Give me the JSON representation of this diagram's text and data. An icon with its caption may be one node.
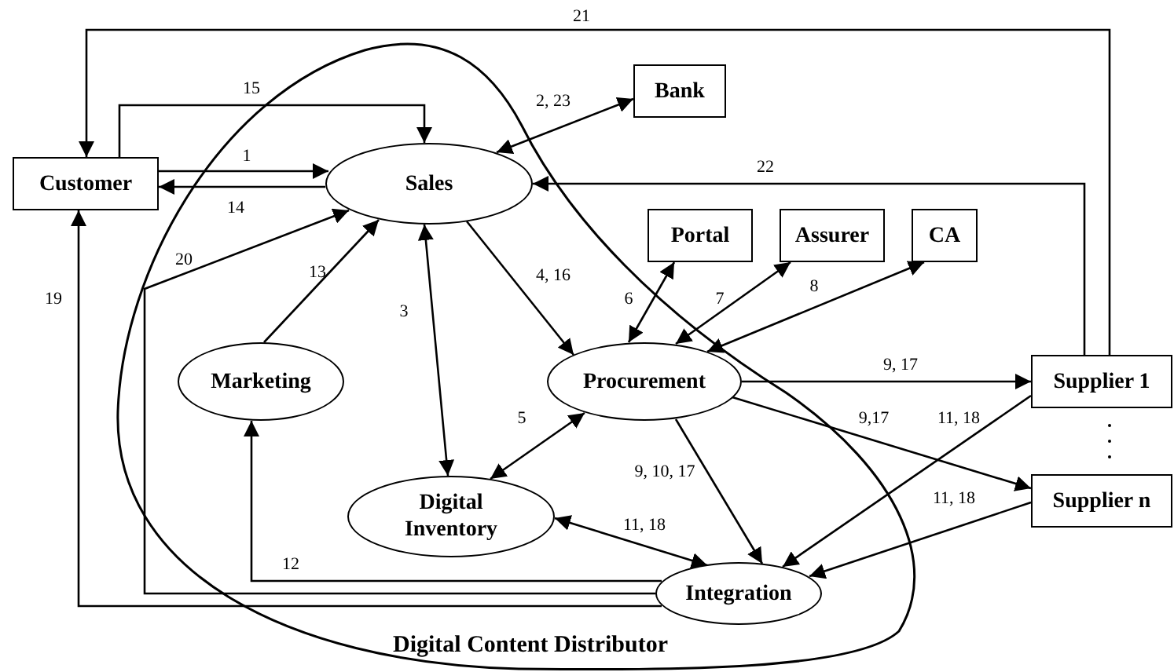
{
  "diagram": {
    "nodes": [
      {
        "text": [
          "Customer"
        ]
      },
      {
        "text": [
          "Digital Content Distributor"
        ]
      },
      {
        "text": [
          "Sales"
        ],
        "in": 1
      },
      {
        "text": [
          "Bank"
        ]
      },
      {
        "text": [
          "Portal"
        ]
      },
      {
        "text": [
          "Assurer"
        ]
      },
      {
        "text": [
          "CA"
        ]
      },
      {
        "text": [
          "Marketing"
        ],
        "in": 1
      },
      {
        "text": [
          "Procurement"
        ],
        "in": 1
      },
      {
        "text": [
          "Supplier 1"
        ]
      },
      {
        "text": [
          "Supplier n"
        ]
      },
      {
        "text": [
          "Digital Inventory"
        ],
        "in": 1
      },
      {
        "text": [
          "Integration"
        ],
        "in": 1
      }
    ],
    "edges": [
      {
        "from": 0,
        "to": 2,
        "arrow": "to",
        "label": "1"
      },
      {
        "from": 2,
        "to": 0,
        "arrow": "to",
        "label": "14"
      },
      {
        "from": 0,
        "to": 2,
        "arrow": "to",
        "label": "15"
      },
      {
        "from": 2,
        "to": 3,
        "arrow": "both",
        "label": "2, 23"
      },
      {
        "from": 9,
        "to": 0,
        "arrow": "to",
        "label": "21"
      },
      {
        "from": 9,
        "to": 2,
        "arrow": "to",
        "label": "22"
      },
      {
        "from": 12,
        "to": 0,
        "arrow": "to",
        "label": "19"
      },
      {
        "from": 12,
        "to": 2,
        "arrow": "to",
        "label": "20"
      },
      {
        "from": 7,
        "to": 2,
        "arrow": "to",
        "label": "13"
      },
      {
        "from": 2,
        "to": 11,
        "arrow": "both",
        "label": "3"
      },
      {
        "from": 2,
        "to": 8,
        "arrow": "to",
        "label": "4, 16"
      },
      {
        "from": 8,
        "to": 4,
        "arrow": "both",
        "label": "6"
      },
      {
        "from": 8,
        "to": 5,
        "arrow": "both",
        "label": "7"
      },
      {
        "from": 8,
        "to": 6,
        "arrow": "both",
        "label": "8"
      },
      {
        "from": 8,
        "to": 11,
        "arrow": "both",
        "label": "5"
      },
      {
        "from": 8,
        "to": 9,
        "arrow": "to",
        "label": "9, 17"
      },
      {
        "from": 8,
        "to": 10,
        "arrow": "to",
        "label": "9,17"
      },
      {
        "from": 8,
        "to": 12,
        "arrow": "to",
        "label": "9, 10, 17"
      },
      {
        "from": 11,
        "to": 12,
        "arrow": "both",
        "label": "11, 18"
      },
      {
        "from": 9,
        "to": 12,
        "arrow": "to",
        "label": "11, 18"
      },
      {
        "from": 10,
        "to": 12,
        "arrow": "to",
        "label": "11, 18"
      },
      {
        "from": 12,
        "to": 7,
        "arrow": "to",
        "label": "12"
      }
    ]
  }
}
